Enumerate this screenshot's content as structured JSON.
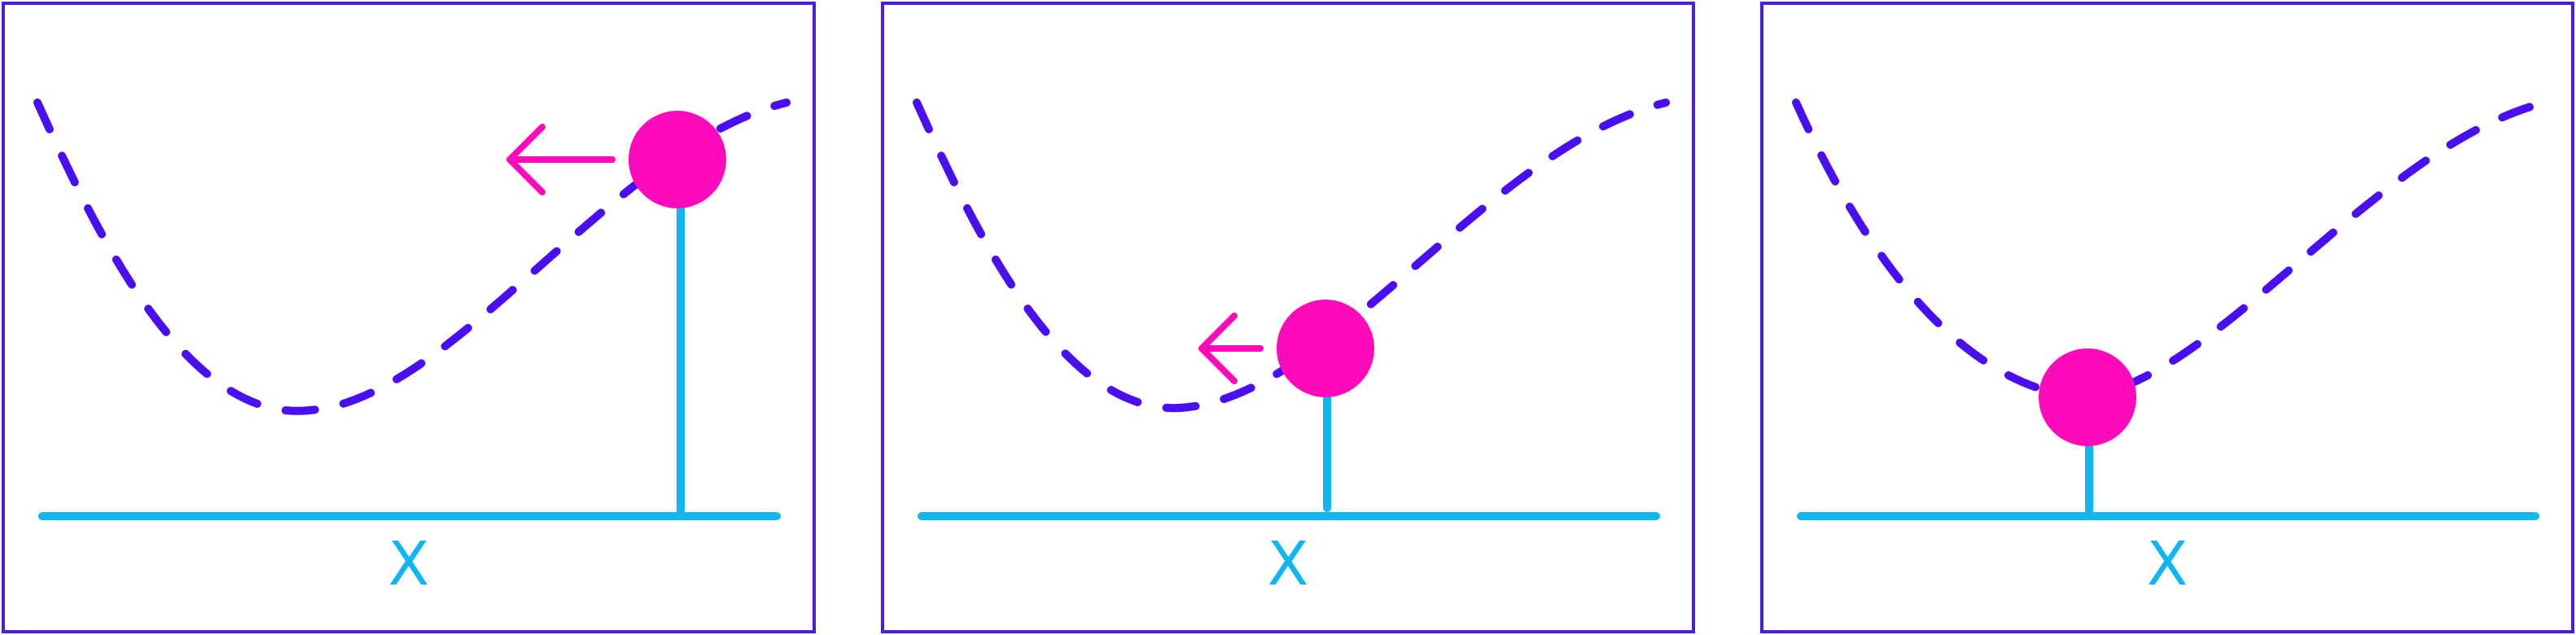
{
  "colors": {
    "frame": "#4a1fd6",
    "curve": "#4a0ff0",
    "axis": "#10b6f2",
    "ball": "#ff0aba",
    "arrow": "#ff0aba"
  },
  "panels": [
    {
      "axis_label": "X",
      "has_arrow": true
    },
    {
      "axis_label": "X",
      "has_arrow": true
    },
    {
      "axis_label": "X",
      "has_arrow": false
    }
  ]
}
